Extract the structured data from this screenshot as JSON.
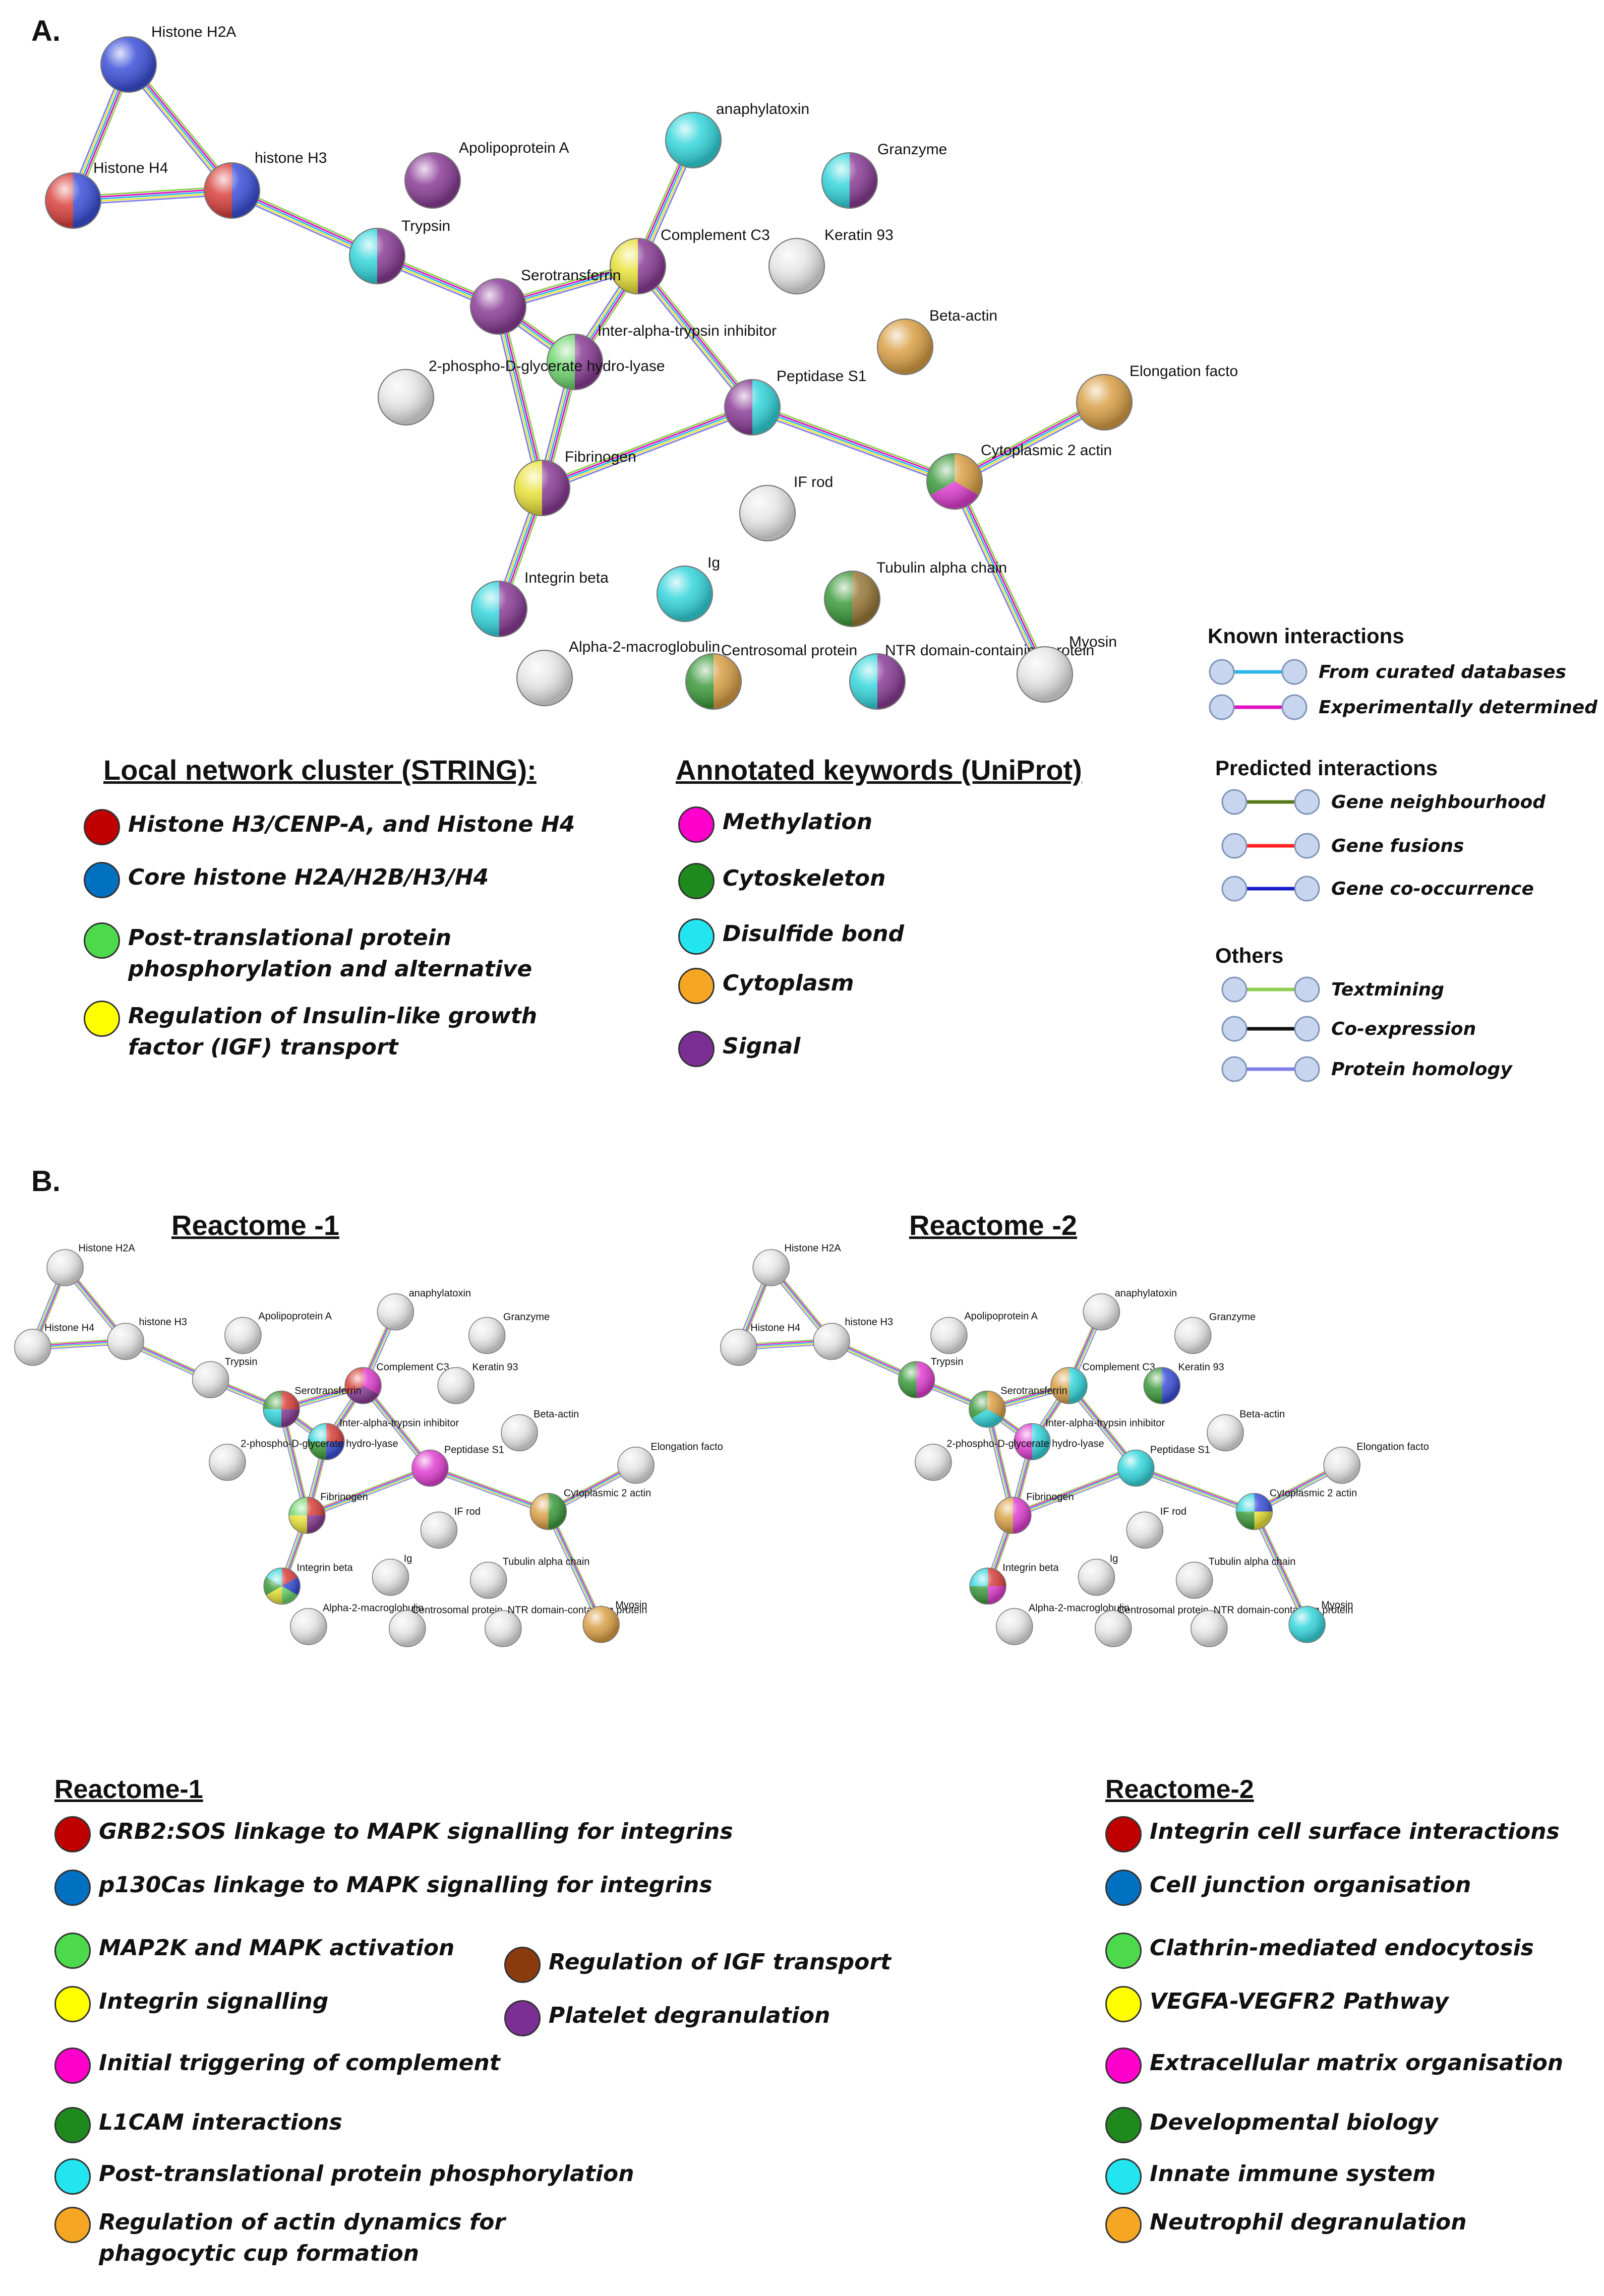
{
  "panel_a": {
    "letter": "A.",
    "nodes": {
      "h2a": "Histone H2A",
      "h4": "Histone H4",
      "h3": "histone H3",
      "apoa": "Apolipoprotein A",
      "trypsin": "Trypsin",
      "anaphylatoxin": "anaphylatoxin",
      "granzyme": "Granzyme",
      "c3": "Complement C3",
      "keratin": "Keratin 93",
      "serotransferrin": "Serotransferrin",
      "itih": "Inter-alpha-trypsin inhibitor",
      "phospho": "2-phospho-D-glycerate hydro-lyase",
      "betaactin": "Beta-actin",
      "elongation": "Elongation facto",
      "peptidase": "Peptidase S1",
      "fibrinogen": "Fibrinogen",
      "cyto2actin": "Cytoplasmic 2 actin",
      "ifrod": "IF rod",
      "integrin": "Integrin beta",
      "ig": "Ig",
      "tubulin": "Tubulin alpha chain",
      "a2m": "Alpha-2-macroglobulin",
      "centrosomal": "Centrosomal protein",
      "ntr": "NTR domain-containing protein",
      "myosin": "Myosin"
    },
    "cluster_legend": {
      "title": "Local network cluster (STRING):",
      "items": [
        {
          "label": "Histone H3/CENP-A, and Histone H4",
          "color": "#c00000"
        },
        {
          "label": "Core histone H2A/H2B/H3/H4",
          "color": "#0070c0"
        },
        {
          "label": "Post-translational protein\nphosphorylation  and alternative",
          "color": "#4cd94c"
        },
        {
          "label": "Regulation of Insulin-like growth\nfactor (IGF) transport",
          "color": "#ffff00"
        }
      ]
    },
    "keyword_legend": {
      "title": "Annotated keywords (UniProt)",
      "items": [
        {
          "label": "Methylation",
          "color": "#ff00cc"
        },
        {
          "label": "Cytoskeleton",
          "color": "#1e8a1e"
        },
        {
          "label": "Disulfide bond",
          "color": "#22e5f0"
        },
        {
          "label": "Cytoplasm",
          "color": "#f5a623"
        },
        {
          "label": "Signal",
          "color": "#7b2f94"
        }
      ]
    },
    "edge_legend": {
      "known_title": "Known interactions",
      "predicted_title": "Predicted interactions",
      "others_title": "Others",
      "known": [
        {
          "label": "From curated databases",
          "color": "#2bb5e8"
        },
        {
          "label": "Experimentally  determined",
          "color": "#e010c0"
        }
      ],
      "predicted": [
        {
          "label": "Gene neighbourhood",
          "color": "#5a7a1a"
        },
        {
          "label": "Gene fusions",
          "color": "#ff2020"
        },
        {
          "label": "Gene co-occurrence",
          "color": "#1a1acc"
        }
      ],
      "others": [
        {
          "label": "Textmining",
          "color": "#8fd14f"
        },
        {
          "label": "Co-expression",
          "color": "#111111"
        },
        {
          "label": "Protein homology",
          "color": "#8080e8"
        }
      ]
    }
  },
  "panel_b": {
    "letter": "B.",
    "net1_title": "Reactome -1",
    "net2_title": "Reactome -2",
    "legend1_title": "Reactome-1",
    "legend2_title": "Reactome-2",
    "legend1_col1": [
      {
        "label": "GRB2:SOS linkage to MAPK signalling for integrins",
        "color": "#c00000"
      },
      {
        "label": "p130Cas  linkage to MAPK signalling for integrins",
        "color": "#0070c0"
      },
      {
        "label": "MAP2K and MAPK activation",
        "color": "#4cd94c"
      },
      {
        "label": "Integrin signalling",
        "color": "#ffff00"
      },
      {
        "label": "Initial triggering of complement",
        "color": "#ff00cc"
      },
      {
        "label": "L1CAM interactions",
        "color": "#1e8a1e"
      },
      {
        "label": "Post-translational protein phosphorylation",
        "color": "#22e5f0"
      },
      {
        "label": "Regulation of actin dynamics for\nphagocytic cup formation",
        "color": "#f5a623"
      }
    ],
    "legend1_col2": [
      {
        "label": "Regulation of IGF transport",
        "color": "#8b3a0e"
      },
      {
        "label": "Platelet degranulation",
        "color": "#7b2f94"
      }
    ],
    "legend2": [
      {
        "label": "Integrin cell surface interactions",
        "color": "#c00000"
      },
      {
        "label": "Cell junction organisation",
        "color": "#0070c0"
      },
      {
        "label": "Clathrin-mediated endocytosis",
        "color": "#4cd94c"
      },
      {
        "label": "VEGFA-VEGFR2 Pathway",
        "color": "#ffff00"
      },
      {
        "label": "Extracellular matrix organisation",
        "color": "#ff00cc"
      },
      {
        "label": "Developmental biology",
        "color": "#1e8a1e"
      },
      {
        "label": "Innate immune system",
        "color": "#22e5f0"
      },
      {
        "label": "Neutrophil degranulation",
        "color": "#f5a623"
      }
    ]
  }
}
